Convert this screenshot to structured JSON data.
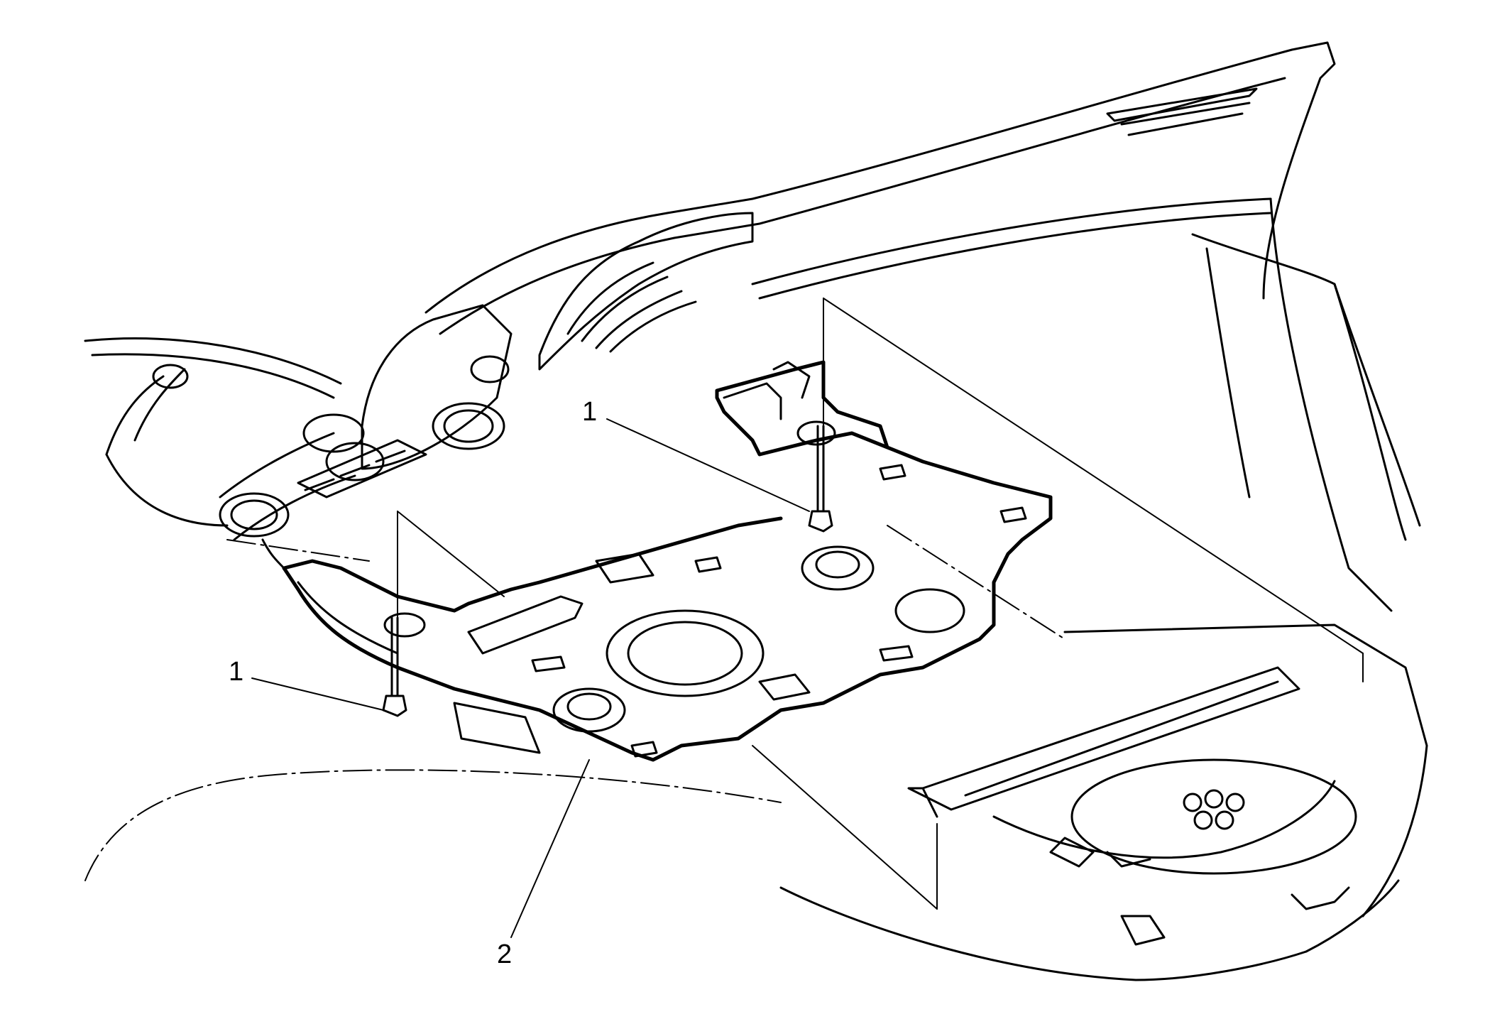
{
  "callouts": [
    {
      "label": "1",
      "target": "fastener-bolt"
    },
    {
      "label": "1",
      "target": "fastener-bolt"
    },
    {
      "label": "2",
      "target": "floor-panel-insulator"
    }
  ],
  "colors": {
    "line": "#000000",
    "background": "#ffffff"
  }
}
